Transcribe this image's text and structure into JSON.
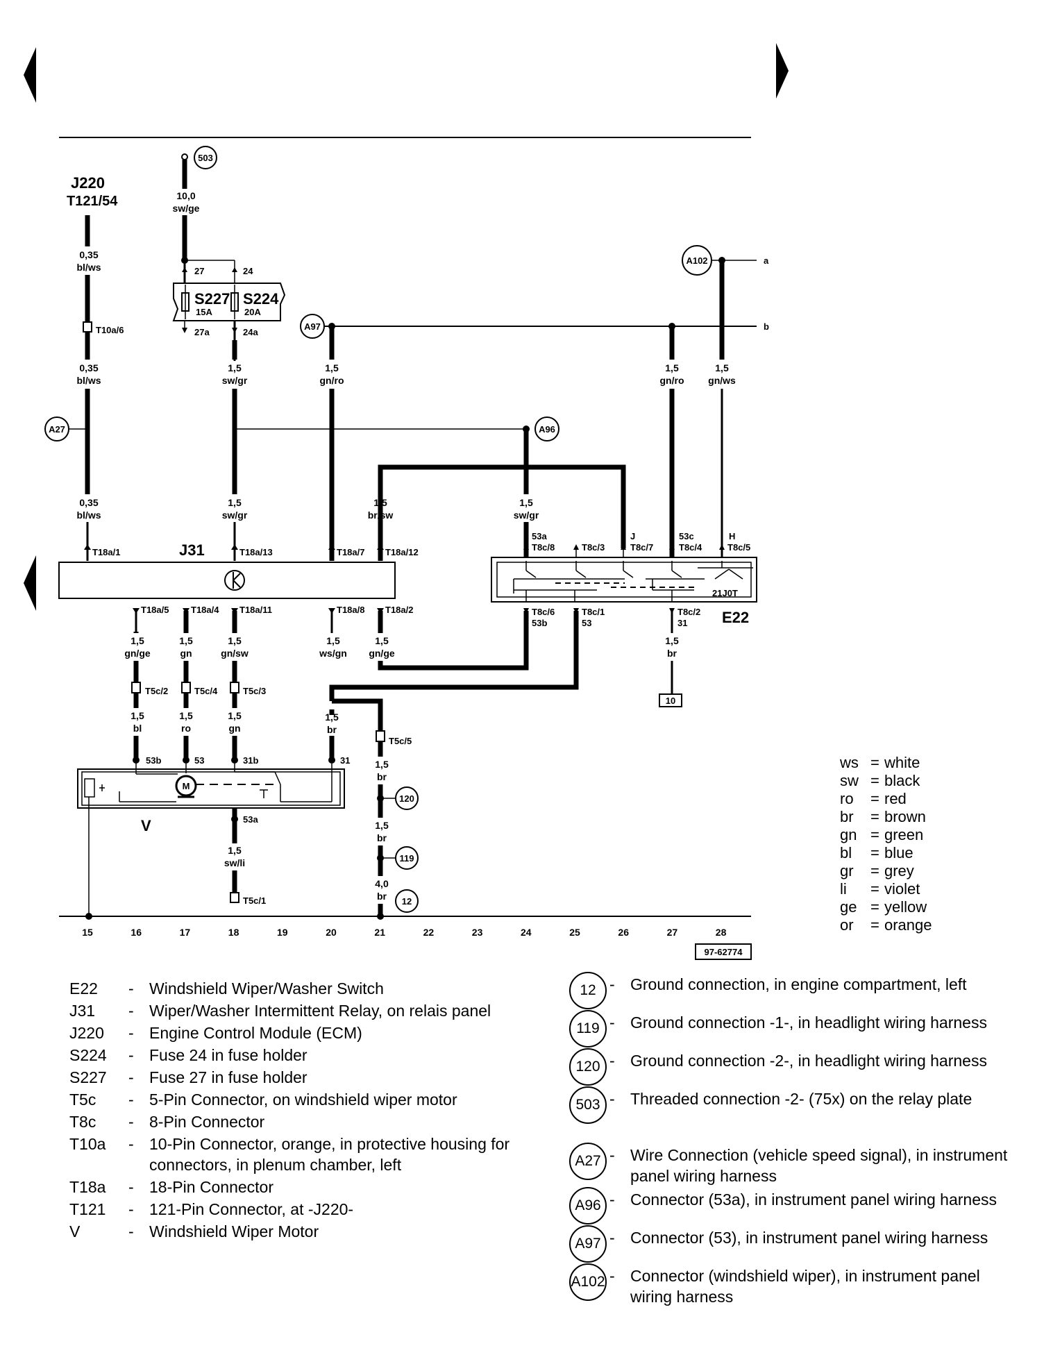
{
  "components": {
    "j220": "J220",
    "t121_54": "T121/54",
    "s227": {
      "name": "S227",
      "amp": "15A"
    },
    "s224": {
      "name": "S224",
      "amp": "20A"
    },
    "j31": "J31",
    "e22": "E22",
    "v": "V",
    "e22_internal": "21J0T",
    "connection_503": "503",
    "connection_a102": "A102",
    "connection_a97": "A97",
    "connection_a27": "A27",
    "connection_a96": "A96",
    "connection_120": "120",
    "connection_119": "119",
    "connection_12": "12",
    "box_10": "10",
    "continuation_a": "a",
    "continuation_b": "b",
    "diagram_id": "97-62774"
  },
  "wire_labels": {
    "w503_size": "10,0",
    "w503_color": "sw/ge",
    "wj220_1_size": "0,35",
    "wj220_1_color": "bl/ws",
    "wj220_2_size": "0,35",
    "wj220_2_color": "bl/ws",
    "wj220_3_size": "0,35",
    "wj220_3_color": "bl/ws",
    "w24a_size": "1,5",
    "w24a_color": "sw/gr",
    "w24a2_size": "1,5",
    "w24a2_color": "sw/gr",
    "wa97_size": "1,5",
    "wa97_color": "gn/ro",
    "wbrsw_size": "1,5",
    "wbrsw_color": "br/sw",
    "wa96_size": "1,5",
    "wa96_color": "sw/gr",
    "w27gnro_size": "1,5",
    "w27gnro_color": "gn/ro",
    "wgnws_size": "1,5",
    "wgnws_color": "gn/ws",
    "w16a_size": "1,5",
    "w16a_color": "gn/ge",
    "w17a_size": "1,5",
    "w17a_color": "gn",
    "w18a_size": "1,5",
    "w18a_color": "gn/sw",
    "w20a_size": "1,5",
    "w20a_color": "ws/gn",
    "w21a_size": "1,5",
    "w21a_color": "gn/ge",
    "w16b_size": "1,5",
    "w16b_color": "bl",
    "w17b_size": "1,5",
    "w17b_color": "ro",
    "w18b_size": "1,5",
    "w18b_color": "gn",
    "w20b_size": "1,5",
    "w20b_color": "br",
    "w21b_size": "1,5",
    "w21b_color": "br",
    "w21c_size": "1,5",
    "w21c_color": "br",
    "w21d_size": "4,0",
    "w21d_color": "br",
    "w18c_size": "1,5",
    "w18c_color": "sw/li",
    "w27b_size": "1,5",
    "w27b_color": "br"
  },
  "pins": {
    "p27": "27",
    "p24": "24",
    "p27a": "27a",
    "p24a": "24a",
    "t10a6": "T10a/6",
    "t18a1": "T18a/1",
    "t18a13": "T18a/13",
    "t18a7": "T18a/7",
    "t18a12": "T18a/12",
    "t18a5": "T18a/5",
    "t18a4": "T18a/4",
    "t18a11": "T18a/11",
    "t18a8": "T18a/8",
    "t18a2": "T18a/2",
    "t8c8_top": "53a",
    "t8c8": "T8c/8",
    "t8c3": "T8c/3",
    "t8c7_top": "J",
    "t8c7": "T8c/7",
    "t8c4_top": "53c",
    "t8c4": "T8c/4",
    "t8c5_top": "H",
    "t8c5": "T8c/5",
    "t8c6": "T8c/6",
    "t8c6_bot": "53b",
    "t8c1": "T8c/1",
    "t8c1_bot": "53",
    "t8c2": "T8c/2",
    "t8c2_bot": "31",
    "t5c2": "T5c/2",
    "t5c4": "T5c/4",
    "t5c3": "T5c/3",
    "t5c5": "T5c/5",
    "t5c1": "T5c/1",
    "v53b": "53b",
    "v53": "53",
    "v31b": "31b",
    "v31": "31",
    "v53a": "53a"
  },
  "ruler": [
    "15",
    "16",
    "17",
    "18",
    "19",
    "20",
    "21",
    "22",
    "23",
    "24",
    "25",
    "26",
    "27",
    "28"
  ],
  "color_codes": [
    {
      "code": "ws",
      "name": "white"
    },
    {
      "code": "sw",
      "name": "black"
    },
    {
      "code": "ro",
      "name": "red"
    },
    {
      "code": "br",
      "name": "brown"
    },
    {
      "code": "gn",
      "name": "green"
    },
    {
      "code": "bl",
      "name": "blue"
    },
    {
      "code": "gr",
      "name": "grey"
    },
    {
      "code": "li",
      "name": "violet"
    },
    {
      "code": "ge",
      "name": "yellow"
    },
    {
      "code": "or",
      "name": "orange"
    }
  ],
  "legend_left": [
    {
      "code": "E22",
      "dash": "-",
      "desc": "Windshield Wiper/Washer Switch"
    },
    {
      "code": "J31",
      "dash": "-",
      "desc": "Wiper/Washer Intermittent Relay, on relais panel"
    },
    {
      "code": "J220",
      "dash": "-",
      "desc": "Engine Control Module (ECM)"
    },
    {
      "code": "S224",
      "dash": "-",
      "desc": "Fuse 24 in fuse holder"
    },
    {
      "code": "S227",
      "dash": "-",
      "desc": "Fuse 27 in fuse holder"
    },
    {
      "code": "T5c",
      "dash": "-",
      "desc": "5-Pin Connector, on windshield wiper motor"
    },
    {
      "code": "T8c",
      "dash": "-",
      "desc": "8-Pin Connector"
    },
    {
      "code": "T10a",
      "dash": "-",
      "desc": "10-Pin Connector, orange, in protective housing for connectors, in plenum chamber, left"
    },
    {
      "code": "T18a",
      "dash": "-",
      "desc": "18-Pin Connector"
    },
    {
      "code": "T121",
      "dash": "-",
      "desc": "121-Pin Connector, at -J220-"
    },
    {
      "code": "V",
      "dash": "-",
      "desc": "Windshield Wiper Motor"
    }
  ],
  "legend_right": [
    {
      "code": "12",
      "dash": "-",
      "desc": "Ground connection, in engine compartment, left"
    },
    {
      "code": "119",
      "dash": "-",
      "desc": "Ground connection -1-, in headlight wiring harness"
    },
    {
      "code": "120",
      "dash": "-",
      "desc": "Ground connection -2-, in headlight wiring harness"
    },
    {
      "code": "503",
      "dash": "-",
      "desc": "Threaded connection -2- (75x) on the relay plate"
    },
    {
      "code": "A27",
      "dash": "-",
      "desc": "Wire Connection (vehicle speed signal), in instrument panel wiring harness"
    },
    {
      "code": "A96",
      "dash": "-",
      "desc": "Connector (53a), in instrument panel wiring harness"
    },
    {
      "code": "A97",
      "dash": "-",
      "desc": "Connector (53), in instrument panel wiring harness"
    },
    {
      "code": "A102",
      "dash": "-",
      "desc": "Connector (windshield wiper), in instrument panel wiring harness"
    }
  ]
}
